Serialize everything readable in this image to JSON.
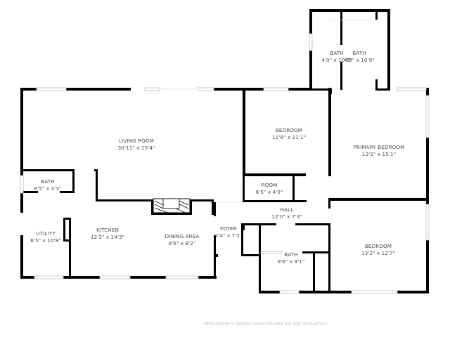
{
  "floorplan": {
    "rooms": [
      {
        "id": "living-room",
        "name": "LIVING ROOM",
        "dimensions": "30'11\" x 15'4\""
      },
      {
        "id": "bath-upper-left",
        "name": "BATH",
        "dimensions": "4'0\" x 10'9\""
      },
      {
        "id": "bath-upper-right",
        "name": "BATH",
        "dimensions": "4'5\" x 10'9\""
      },
      {
        "id": "bedroom-1",
        "name": "BEDROOM",
        "dimensions": "11'8\" x 11'1\""
      },
      {
        "id": "primary-bedroom",
        "name": "PRIMARY BEDROOM",
        "dimensions": "13'2\" x 15'1\""
      },
      {
        "id": "bath-half",
        "name": "BATH",
        "dimensions": "6'5\" x 3'3\""
      },
      {
        "id": "room",
        "name": "ROOM",
        "dimensions": "6'5\" x 4'0\""
      },
      {
        "id": "hall",
        "name": "HALL",
        "dimensions": "12'0\" x 7'3\""
      },
      {
        "id": "utility",
        "name": "UTILITY",
        "dimensions": "6'5\" x 10'8\""
      },
      {
        "id": "kitchen",
        "name": "KITCHEN",
        "dimensions": "12'2\" x 14'3\""
      },
      {
        "id": "dining-area",
        "name": "DINING AREA",
        "dimensions": "8'6\" x 8'2\""
      },
      {
        "id": "foyer",
        "name": "FOYER",
        "dimensions": "4'4\" x 7'2\""
      },
      {
        "id": "bath-main",
        "name": "BATH",
        "dimensions": "9'6\" x 9'1\""
      },
      {
        "id": "bedroom-2",
        "name": "BEDROOM",
        "dimensions": "13'2\" x 12'7\""
      }
    ],
    "disclaimer": "MEASUREMENTS DEEMED HIGHLY RELIABLE BUT NOT GUARANTEED",
    "colors": {
      "wall": "#000000",
      "window": "#c8c8c8",
      "label": "#4a4a4a",
      "background": "#ffffff"
    }
  }
}
